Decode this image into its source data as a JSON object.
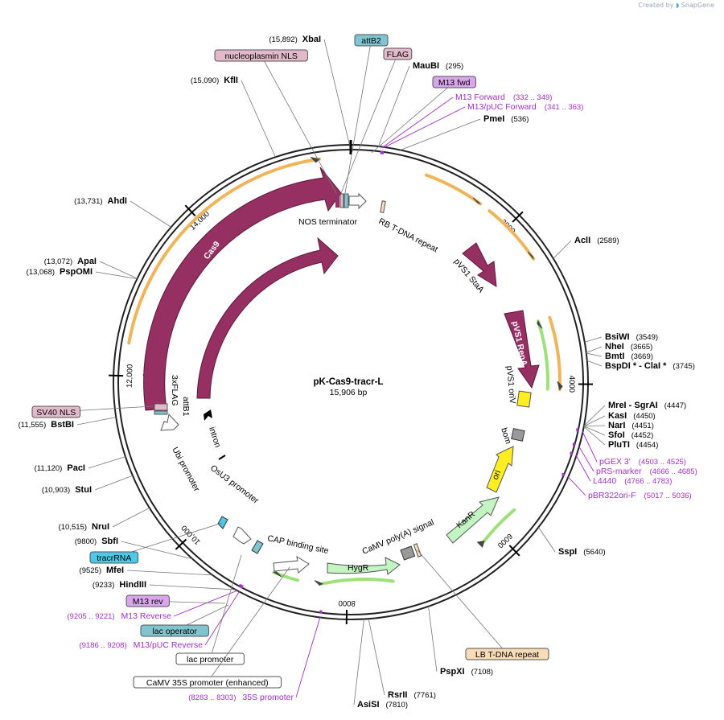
{
  "app": {
    "credit_prefix": "Created by",
    "credit_brand": "SnapGene"
  },
  "plasmid": {
    "name": "pK-Cas9-tracr-L",
    "size": "15,906 bp"
  },
  "ticks": [
    {
      "label": "2000",
      "angle": 45.3
    },
    {
      "label": "4000",
      "angle": 90.5
    },
    {
      "label": "6000",
      "angle": 135.8
    },
    {
      "label": "8000",
      "angle": 181.0
    },
    {
      "label": "10,000",
      "angle": 226.3
    },
    {
      "label": "12,000",
      "angle": 271.6
    },
    {
      "label": "14,000",
      "angle": 316.9
    }
  ],
  "sites": [
    {
      "name": "XbaI",
      "pos": "(15,892)",
      "side": "left",
      "angle": 359.7
    },
    {
      "name": "KflI",
      "pos": "(15,090)",
      "side": "left",
      "angle": 341.5
    },
    {
      "name": "AhdI",
      "pos": "(13,731)",
      "side": "left",
      "angle": 310.8
    },
    {
      "name": "ApaI",
      "pos": "(13,072)",
      "side": "left",
      "angle": 295.9
    },
    {
      "name": "PspOMI",
      "pos": "(13,068)",
      "side": "left",
      "angle": 295.8
    },
    {
      "name": "BstBI",
      "pos": "(11,555)",
      "side": "left",
      "angle": 261.5
    },
    {
      "name": "PacI",
      "pos": "(11,120)",
      "side": "left",
      "angle": 251.7
    },
    {
      "name": "StuI",
      "pos": "(10,903)",
      "side": "left",
      "angle": 246.8
    },
    {
      "name": "NruI",
      "pos": "(10,515)",
      "side": "left",
      "angle": 238.0
    },
    {
      "name": "SbfI",
      "pos": "(9800)",
      "side": "left",
      "angle": 221.8
    },
    {
      "name": "MfeI",
      "pos": "(9525)",
      "side": "left",
      "angle": 215.6
    },
    {
      "name": "HindIII",
      "pos": "(9233)",
      "side": "left",
      "angle": 209.0
    },
    {
      "name": "MauBI",
      "pos": "(295)",
      "side": "right",
      "angle": 6.7
    },
    {
      "name": "PmeI",
      "pos": "(536)",
      "side": "right",
      "angle": 12.1
    },
    {
      "name": "AclI",
      "pos": "(2589)",
      "side": "right",
      "angle": 58.6
    },
    {
      "name": "BsiWI",
      "pos": "(3549)",
      "side": "right",
      "angle": 80.3
    },
    {
      "name": "NheI",
      "pos": "(3665)",
      "side": "right",
      "angle": 82.9
    },
    {
      "name": "BmtI",
      "pos": "(3669)",
      "side": "right",
      "angle": 83.0
    },
    {
      "name": "BspDI * - ClaI *",
      "pos": "(3745)",
      "side": "right",
      "angle": 84.8
    },
    {
      "name": "MreI - SgrAI",
      "pos": "(4447)",
      "side": "right",
      "angle": 100.6
    },
    {
      "name": "KasI",
      "pos": "(4450)",
      "side": "right",
      "angle": 100.7
    },
    {
      "name": "NarI",
      "pos": "(4451)",
      "side": "right",
      "angle": 100.7
    },
    {
      "name": "SfoI",
      "pos": "(4452)",
      "side": "right",
      "angle": 100.7
    },
    {
      "name": "PluTI",
      "pos": "(4454)",
      "side": "right",
      "angle": 100.8
    },
    {
      "name": "SspI",
      "pos": "(5640)",
      "side": "right",
      "angle": 127.7
    },
    {
      "name": "PspXI",
      "pos": "(7108)",
      "side": "right",
      "angle": 160.9
    },
    {
      "name": "RsrII",
      "pos": "(7761)",
      "side": "right",
      "angle": 175.7
    },
    {
      "name": "AsiSI",
      "pos": "(7810)",
      "side": "right",
      "angle": 176.8
    }
  ],
  "primers": [
    {
      "name": "M13 Forward",
      "range": "(332 .. 349)",
      "angle": 7.6
    },
    {
      "name": "M13/pUC Forward",
      "range": "(341 .. 363)",
      "angle": 7.9
    },
    {
      "name": "pGEX 3'",
      "range": "(4503 .. 4525)",
      "angle": 101.9
    },
    {
      "name": "pRS-marker",
      "range": "(4666 .. 4685)",
      "angle": 105.6
    },
    {
      "name": "L4440",
      "range": "(4766 .. 4783)",
      "angle": 107.9
    },
    {
      "name": "pBR322ori-F",
      "range": "(5017 .. 5036)",
      "angle": 113.5
    },
    {
      "name": "M13 Reverse",
      "range": "(9205 .. 9221)",
      "angle": 208.4
    },
    {
      "name": "M13/pUC Reverse",
      "range": "(9186 .. 9208)",
      "angle": 208.0
    },
    {
      "name": "35S promoter",
      "range": "(8283 .. 8303)",
      "angle": 187.4
    }
  ],
  "boxed_features": [
    {
      "name": "attB2",
      "color": "#7fc4cf",
      "angle": 0.8
    },
    {
      "name": "nucleoplasmin NLS",
      "color": "#e2b9c8",
      "angle": 357.0
    },
    {
      "name": "FLAG",
      "color": "#e2b9c8",
      "angle": 2.3
    },
    {
      "name": "M13 fwd",
      "color": "#d9a6ec",
      "angle": 7.5
    },
    {
      "name": "SV40 NLS",
      "color": "#e2b9c8",
      "angle": 269.0
    },
    {
      "name": "tracrRNA",
      "color": "#4cc9e8",
      "angle": 220.5
    },
    {
      "name": "M13 rev",
      "color": "#d9a6ec",
      "angle": 208.2
    },
    {
      "name": "lac operator",
      "color": "#7fc4cf",
      "angle": 207.5
    },
    {
      "name": "lac promoter",
      "color": "#ffffff",
      "angle": 206.0
    },
    {
      "name": "CaMV 35S promoter (enhanced)",
      "color": "#ffffff",
      "angle": 196.0
    },
    {
      "name": "LB T-DNA repeat",
      "color": "#f8dcb8",
      "angle": 160.0
    }
  ],
  "inner_labels": {
    "nos_terminator": "NOS terminator",
    "rb_tdna": "RB T-DNA repeat",
    "pvs1_staa": "pVS1 StaA",
    "pvs1_repa": "pVS1 RepA",
    "pvs1_oriv": "pVS1 oriV",
    "bom": "bom",
    "ori": "ori",
    "kanr": "KanR",
    "camv_polya": "CaMV poly(A) signal",
    "hygr": "HygR",
    "cap_binding": "CAP binding site",
    "osu3": "OsU3 promoter",
    "ubi": "Ubi promoter",
    "intron": "intron",
    "attb1": "attB1",
    "flag3x": "3xFLAG",
    "cas9_outer": "Cas9",
    "cas9_inner": "Cas9"
  },
  "colors": {
    "cas9": "#962f62",
    "orf_orange": "#f0b55a",
    "orf_green": "#9ee07a",
    "feature_green": "#c3f5c3",
    "yellow": "#ffee22",
    "primer": "#a030c8"
  }
}
